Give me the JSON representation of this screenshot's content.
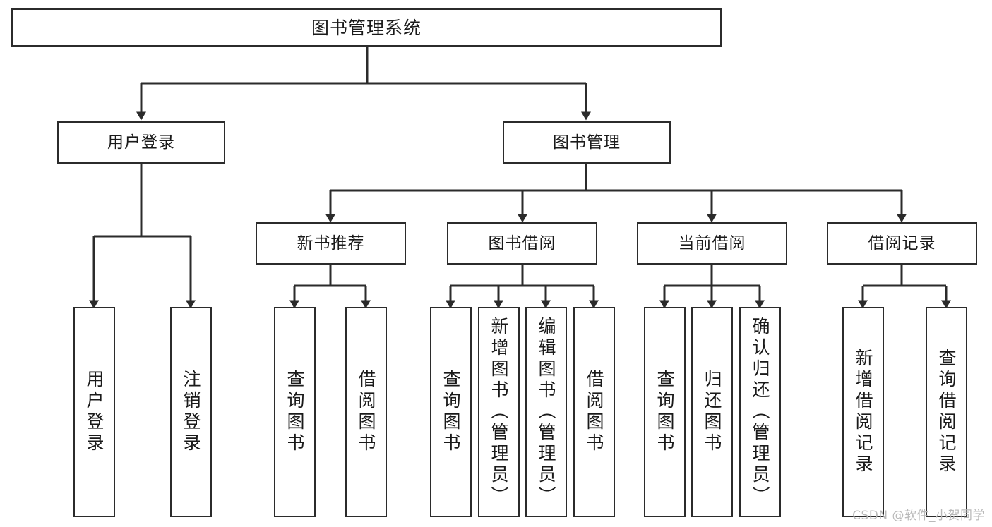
{
  "diagram": {
    "type": "tree-hierarchy",
    "title": "图书管理系统",
    "watermark": "CSDN @软件_小贺同学",
    "colors": {
      "box_border": "#2b2b2b",
      "box_fill": "#ffffff",
      "edge": "#2b2b2b",
      "text": "#1a1a1a",
      "watermark": "#b9b9b9"
    },
    "root": {
      "id": "root",
      "label": "图书管理系统"
    },
    "level2": [
      {
        "id": "user-login",
        "label": "用户登录"
      },
      {
        "id": "book-manage",
        "label": "图书管理"
      }
    ],
    "level3": [
      {
        "id": "new-book-rec",
        "label": "新书推荐"
      },
      {
        "id": "book-borrow",
        "label": "图书借阅"
      },
      {
        "id": "current-borrow",
        "label": "当前借阅"
      },
      {
        "id": "borrow-record",
        "label": "借阅记录"
      }
    ],
    "leaves": {
      "user_login": [
        {
          "id": "leaf-user-login",
          "label": "用户登录"
        },
        {
          "id": "leaf-logout-login",
          "label": "注销登录"
        }
      ],
      "new_book_rec": [
        {
          "id": "leaf-query-book-1",
          "label": "查询图书"
        },
        {
          "id": "leaf-borrow-book-1",
          "label": "借阅图书"
        }
      ],
      "book_borrow": [
        {
          "id": "leaf-query-book-2",
          "label": "查询图书"
        },
        {
          "id": "leaf-add-book",
          "label": "新增图书（管理员）"
        },
        {
          "id": "leaf-edit-book",
          "label": "编辑图书（管理员）"
        },
        {
          "id": "leaf-borrow-book-2",
          "label": "借阅图书"
        }
      ],
      "current_borrow": [
        {
          "id": "leaf-query-book-3",
          "label": "查询图书"
        },
        {
          "id": "leaf-return-book",
          "label": "归还图书"
        },
        {
          "id": "leaf-confirm-return",
          "label": "确认归还（管理员）"
        }
      ],
      "borrow_record": [
        {
          "id": "leaf-add-record",
          "label": "新增借阅记录"
        },
        {
          "id": "leaf-query-record",
          "label": "查询借阅记录"
        }
      ]
    }
  }
}
